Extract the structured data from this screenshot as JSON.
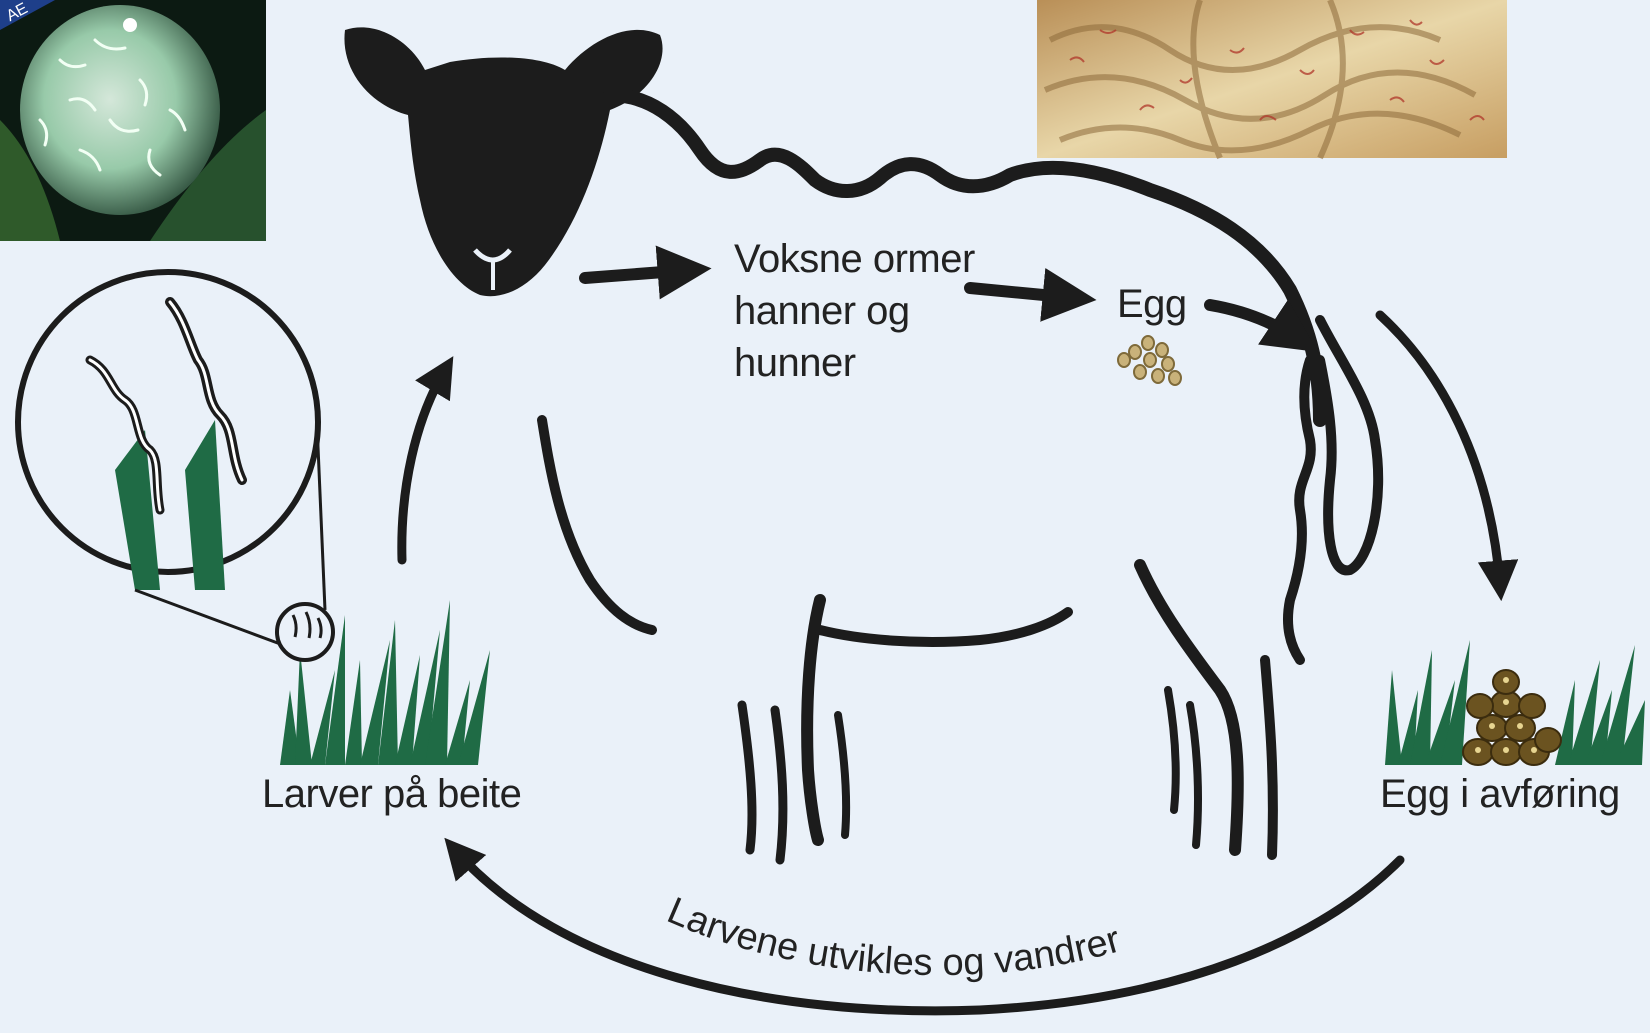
{
  "labels": {
    "adult_worms_line1": "Voksne ormer",
    "adult_worms_line2": "hanner og",
    "adult_worms_line3": "hunner",
    "eggs": "Egg",
    "eggs_in_feces": "Egg i avføring",
    "larvae_on_pasture": "Larver på beite",
    "larvae_develop": "Larvene utvikles og vandrer"
  },
  "icons": [
    "sheep-head-icon",
    "sheep-body-outline",
    "grass-with-larvae-icon",
    "magnifier-circle-icon",
    "egg-cluster-icon",
    "feces-pile-icon",
    "cycle-arrow-icon"
  ],
  "colors": {
    "background": "#eaf1f9",
    "ink": "#1c1c1c",
    "grass": "#1f6b45",
    "egg": "#c9b27a",
    "feces": "#6b5320"
  }
}
